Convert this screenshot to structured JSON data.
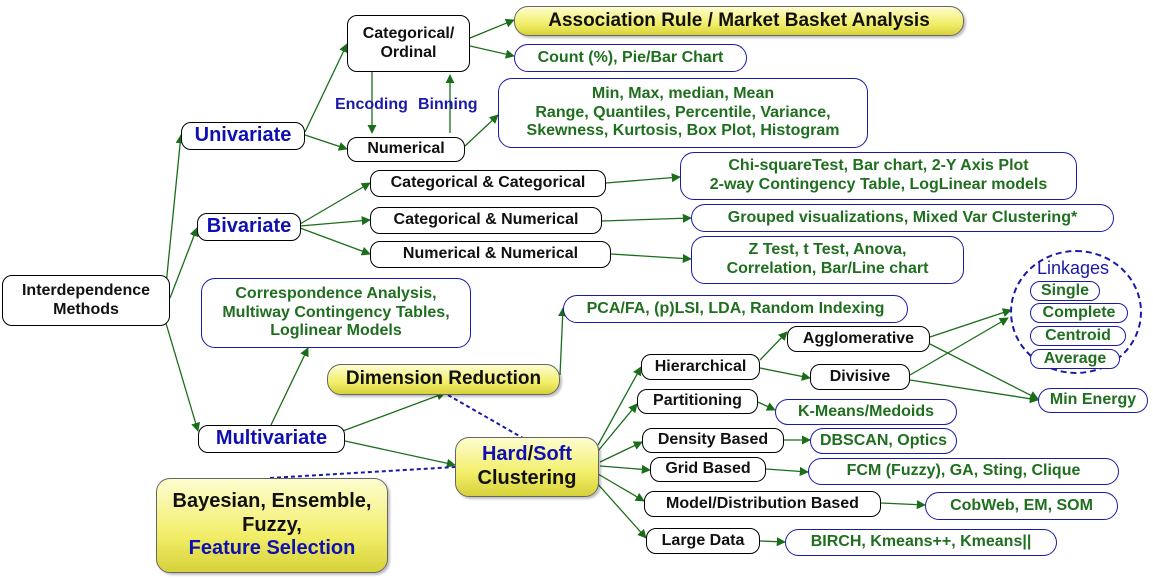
{
  "root": {
    "line1": "Interdependence",
    "line2": "Methods"
  },
  "categories": {
    "univariate": "Univariate",
    "bivariate": "Bivariate",
    "multivariate": "Multivariate"
  },
  "univariate": {
    "categorical": {
      "line1": "Categorical/",
      "line2": "Ordinal"
    },
    "numerical": "Numerical",
    "encoding": "Encoding",
    "binning": "Binning",
    "association": "Association Rule / Market Basket Analysis",
    "count": "Count (%), Pie/Bar Chart",
    "stats": {
      "line1": "Min, Max, median, Mean",
      "line2": "Range, Quantiles, Percentile, Variance,",
      "line3": "Skewness, Kurtosis, Box Plot, Histogram"
    }
  },
  "bivariate": {
    "cc": "Categorical & Categorical",
    "cn": "Categorical & Numerical",
    "nn": "Numerical & Numerical",
    "cc_out": {
      "line1": "Chi-squareTest, Bar chart, 2-Y Axis Plot",
      "line2": "2-way Contingency Table, LogLinear models"
    },
    "cn_out": "Grouped visualizations, Mixed Var Clustering*",
    "nn_out": {
      "line1": "Z Test, t Test, Anova,",
      "line2": "Correlation, Bar/Line chart"
    }
  },
  "multivariate": {
    "correspondence": {
      "line1": "Correspondence Analysis,",
      "line2": "Multiway Contingency Tables,",
      "line3": "Loglinear Models"
    },
    "dimension_reduction": "Dimension Reduction",
    "dr_out": "PCA/FA, (p)LSI, LDA, Random Indexing",
    "clustering": {
      "hard": "Hard",
      "slash": "/",
      "soft": "Soft",
      "line2": "Clustering"
    },
    "bayesian": {
      "line1": "Bayesian, Ensemble,",
      "line2": "Fuzzy,",
      "line3": "Feature Selection"
    }
  },
  "clustering": {
    "hierarchical": "Hierarchical",
    "agglomerative": "Agglomerative",
    "divisive": "Divisive",
    "linkages": {
      "title": "Linkages",
      "items": [
        "Single",
        "Complete",
        "Centroid",
        "Average"
      ]
    },
    "min_energy": "Min Energy",
    "partitioning": "Partitioning",
    "partitioning_out": "K-Means/Medoids",
    "density": "Density Based",
    "density_out": "DBSCAN, Optics",
    "grid": "Grid Based",
    "grid_out": "FCM (Fuzzy), GA, Sting, Clique",
    "model": "Model/Distribution Based",
    "model_out": "CobWeb, EM, SOM",
    "large": "Large Data",
    "large_out": "BIRCH, Kmeans++, Kmeans||"
  },
  "colors": {
    "arrow": "#1a6e1a",
    "category_text": "#1010b0",
    "leaf_text": "#1f6f1f",
    "leaf_border": "#1a1aa8",
    "highlight": "#f2ee6a"
  }
}
